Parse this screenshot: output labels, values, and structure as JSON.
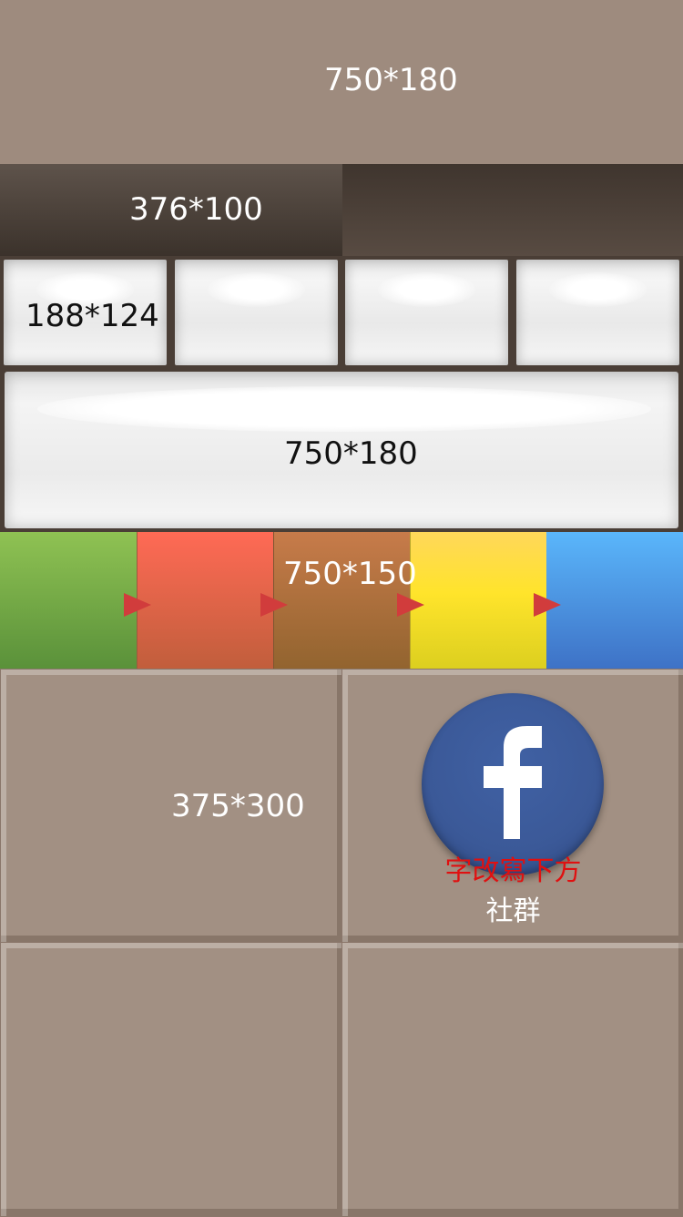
{
  "header": {
    "size_label": "750*180"
  },
  "tabs": {
    "first_label": "376*100"
  },
  "buttons": {
    "first_label": "188*124"
  },
  "banner": {
    "size_label": "750*180"
  },
  "steps": {
    "size_label": "750*150",
    "colors": [
      "#8fc253",
      "#ff6a55",
      "#c77b4a",
      "#ffe42b",
      "#5ab6fb"
    ]
  },
  "tiles": {
    "first_label": "375*300",
    "facebook_icon": "facebook-icon",
    "note": "字改寫下方",
    "social_label": "社群"
  }
}
